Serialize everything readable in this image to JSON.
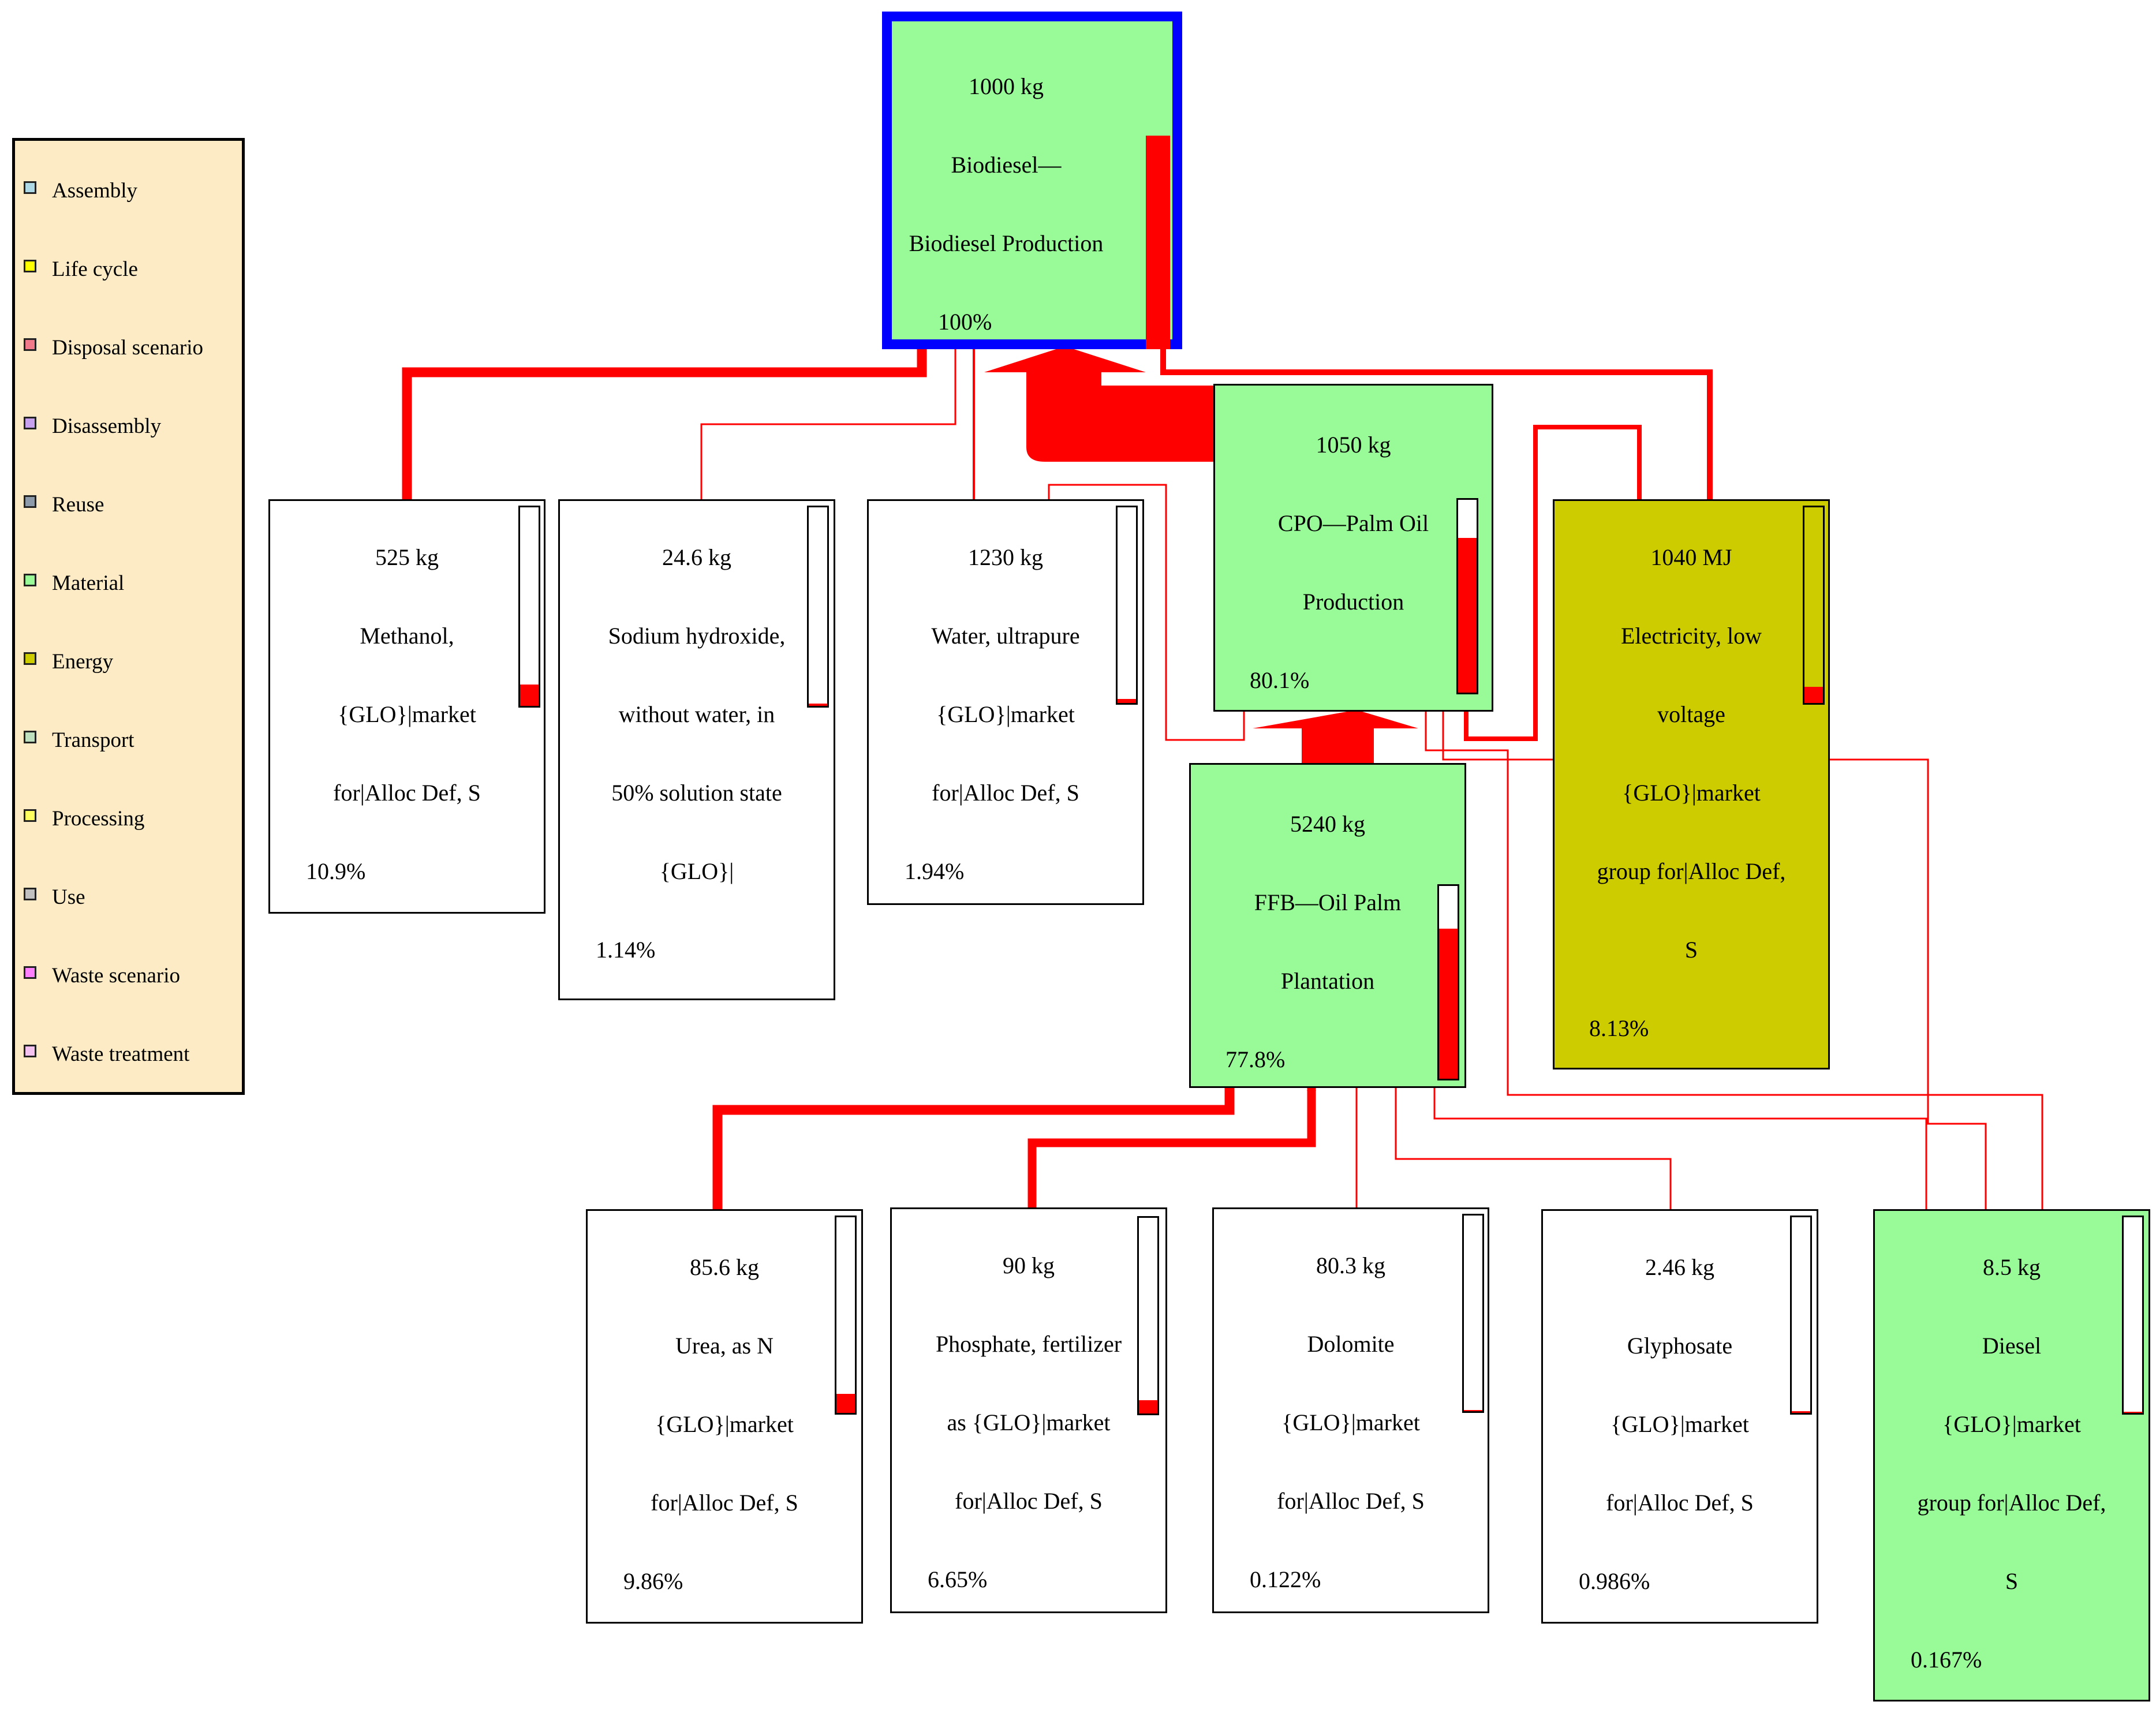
{
  "legend": {
    "items": [
      {
        "label": "Assembly",
        "color": "#add8e6"
      },
      {
        "label": "Life cycle",
        "color": "#ffff00"
      },
      {
        "label": "Disposal scenario",
        "color": "#f07a8a"
      },
      {
        "label": "Disassembly",
        "color": "#c8a0f0"
      },
      {
        "label": "Reuse",
        "color": "#8c9aaa"
      },
      {
        "label": "Material",
        "color": "#98fb98"
      },
      {
        "label": "Energy",
        "color": "#cccc00"
      },
      {
        "label": "Transport",
        "color": "#bfe0bf"
      },
      {
        "label": "Processing",
        "color": "#ffff60"
      },
      {
        "label": "Use",
        "color": "#c0c0c0"
      },
      {
        "label": "Waste scenario",
        "color": "#ff80ff"
      },
      {
        "label": "Waste treatment",
        "color": "#f4c2f0"
      }
    ]
  },
  "colors": {
    "material": "#98fb98",
    "energy": "#cccc00",
    "white": "#ffffff",
    "flow": "#ff0000",
    "root_border": "#0000ff"
  },
  "nodes": {
    "biodiesel": {
      "lines": [
        "1000 kg",
        "Biodiesel—",
        "Biodiesel Production"
      ],
      "pct": "100%",
      "level": 1.0
    },
    "methanol": {
      "lines": [
        "525 kg",
        "Methanol,",
        "{GLO}|market",
        "for|Alloc Def, S"
      ],
      "pct": "10.9%",
      "level": 0.109
    },
    "sodium": {
      "lines": [
        "24.6 kg",
        "Sodium hydroxide,",
        "without water, in",
        "50% solution state",
        "{GLO}|"
      ],
      "pct": "1.14%",
      "level": 0.0114
    },
    "water": {
      "lines": [
        "1230 kg",
        "Water, ultrapure",
        "{GLO}|market",
        "for|Alloc Def, S"
      ],
      "pct": "1.94%",
      "level": 0.0194
    },
    "cpo": {
      "lines": [
        "1050 kg",
        "CPO—Palm Oil",
        "Production"
      ],
      "pct": "80.1%",
      "level": 0.801
    },
    "electricity": {
      "lines": [
        "1040 MJ",
        "Electricity, low",
        "voltage",
        "{GLO}|market",
        "group for|Alloc Def,",
        "S"
      ],
      "pct": "8.13%",
      "level": 0.0813
    },
    "ffb": {
      "lines": [
        "5240 kg",
        "FFB—Oil Palm",
        "Plantation"
      ],
      "pct": "77.8%",
      "level": 0.778
    },
    "urea": {
      "lines": [
        "85.6 kg",
        "Urea, as N",
        "{GLO}|market",
        "for|Alloc Def, S"
      ],
      "pct": "9.86%",
      "level": 0.0986
    },
    "phosphate": {
      "lines": [
        "90 kg",
        "Phosphate, fertilizer",
        "as {GLO}|market",
        "for|Alloc Def, S"
      ],
      "pct": "6.65%",
      "level": 0.0665
    },
    "dolomite": {
      "lines": [
        "80.3 kg",
        "Dolomite",
        "{GLO}|market",
        "for|Alloc Def, S"
      ],
      "pct": "0.122%",
      "level": 0.00122
    },
    "glyphosate": {
      "lines": [
        "2.46 kg",
        "Glyphosate",
        "{GLO}|market",
        "for|Alloc Def, S"
      ],
      "pct": "0.986%",
      "level": 0.00986
    },
    "diesel": {
      "lines": [
        "8.5 kg",
        "Diesel",
        "{GLO}|market",
        "group for|Alloc Def,",
        "S"
      ],
      "pct": "0.167%",
      "level": 0.00167
    }
  }
}
